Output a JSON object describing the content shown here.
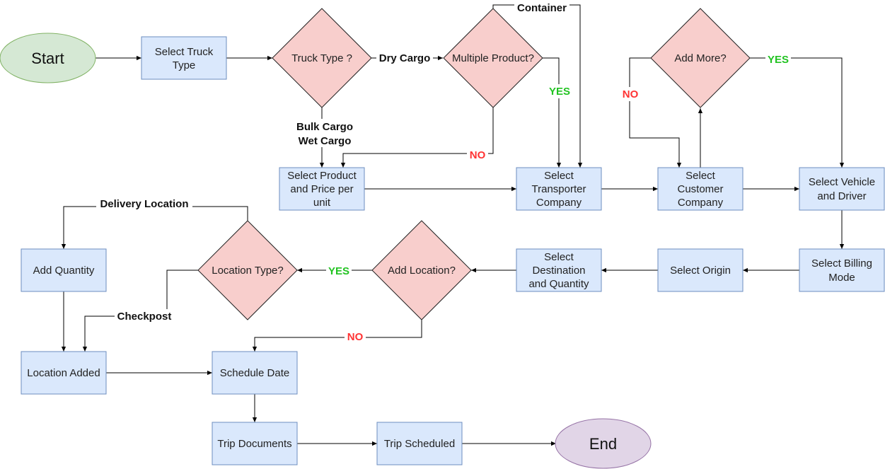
{
  "nodes": {
    "start": "Start",
    "end": "End",
    "select_truck_type": [
      "Select  Truck",
      "Type"
    ],
    "truck_type_q": "Truck Type ?",
    "multiple_product_q": "Multiple Product?",
    "add_more_q": "Add More?",
    "select_product_price": [
      "Select Product",
      "and Price per",
      "unit"
    ],
    "select_transporter": [
      "Select",
      "Transporter",
      "Company"
    ],
    "select_customer": [
      "Select",
      "Customer",
      "Company"
    ],
    "select_vehicle_driver": [
      "Select Vehicle",
      "and Driver"
    ],
    "select_billing_mode": [
      "Select Billing",
      "Mode"
    ],
    "select_origin": "Select Origin",
    "select_destination": [
      "Select",
      "Destination",
      "and Quantity"
    ],
    "add_location_q": "Add Location?",
    "location_type_q": "Location Type?",
    "add_quantity": "Add Quantity",
    "location_added": "Location Added",
    "schedule_date": "Schedule Date",
    "trip_documents": "Trip Documents",
    "trip_scheduled": "Trip Scheduled"
  },
  "edge_labels": {
    "dry_cargo": "Dry Cargo",
    "container": "Container",
    "bulk_cargo": "Bulk Cargo",
    "wet_cargo": "Wet Cargo",
    "yes_multiple": "YES",
    "no_multiple": "NO",
    "yes_add_more": "YES",
    "no_add_more": "NO",
    "yes_add_location": "YES",
    "no_add_location": "NO",
    "delivery_location": "Delivery Location",
    "checkpost": "Checkpost"
  },
  "colors": {
    "process_fill": "#dae8fc",
    "process_stroke": "#6c8ebf",
    "decision_fill": "#f8cecc",
    "start_fill": "#d5e8d4",
    "end_fill": "#e1d5e7",
    "yes_color": "#22c322",
    "no_color": "#ff3333"
  }
}
